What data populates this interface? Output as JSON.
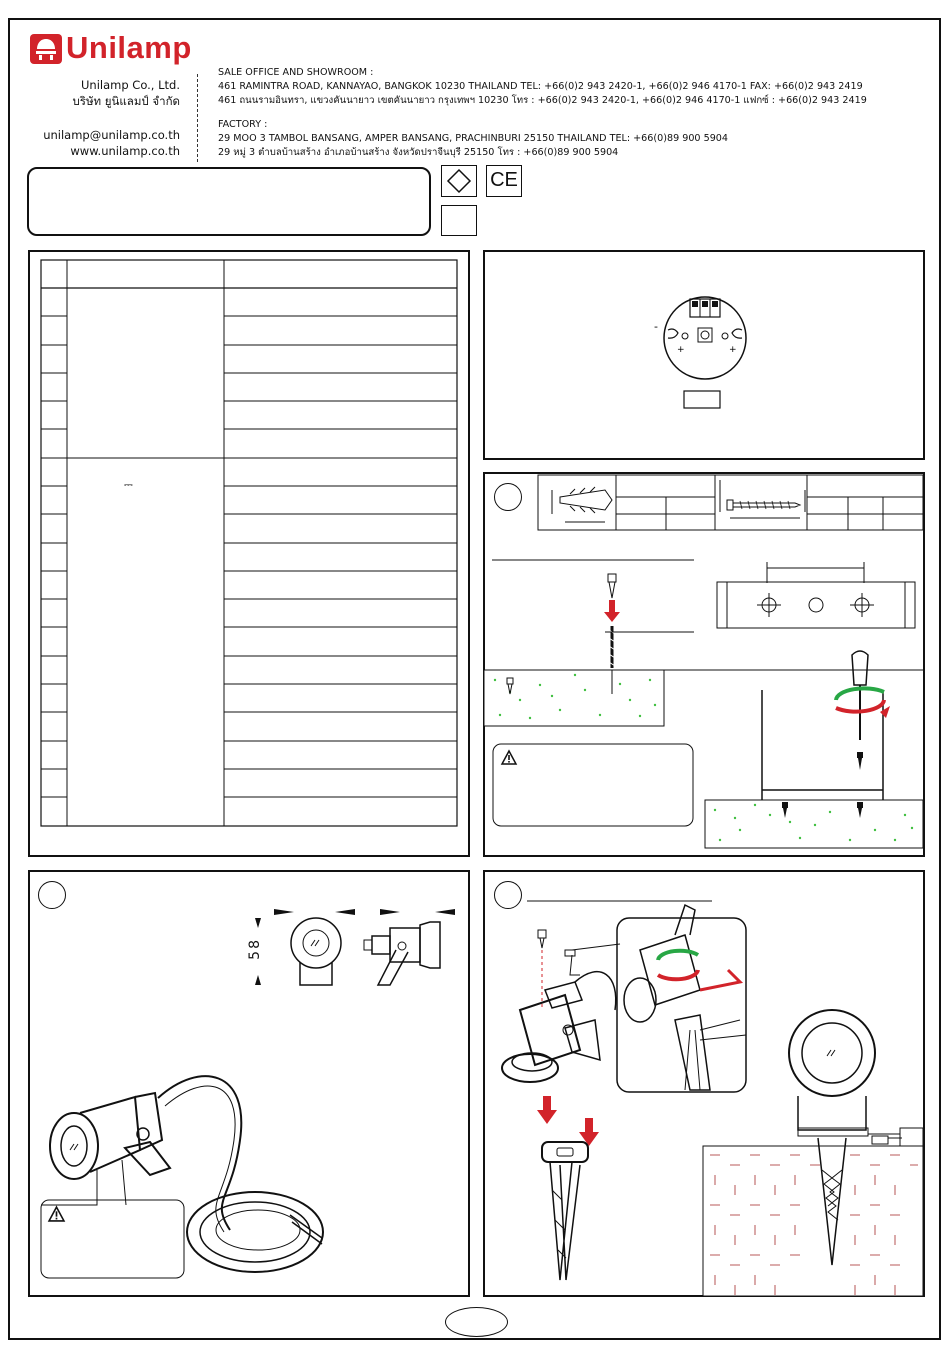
{
  "brand": {
    "name": "Unilamp",
    "color": "#d2232a"
  },
  "company": {
    "name_en": "Unilamp Co., Ltd.",
    "name_th": "บริษัท ยูนิแลมป์ จำกัด",
    "email": "unilamp@unilamp.co.th",
    "website": "www.unilamp.co.th"
  },
  "sales_office": {
    "heading": "SALE OFFICE AND SHOWROOM :",
    "line_en": "461 RAMINTRA ROAD, KANNAYAO, BANGKOK 10230 THAILAND TEL: +66(0)2 943 2420-1, +66(0)2 946 4170-1 FAX: +66(0)2 943 2419",
    "line_th": "461 ถนนรามอินทรา, แขวงคันนายาว เขตคันนายาว กรุงเทพฯ 10230 โทร : +66(0)2 943 2420-1, +66(0)2 946 4170-1 แฟกซ์ : +66(0)2 943 2419"
  },
  "factory": {
    "heading": "FACTORY :",
    "line_en": "29 MOO 3 TAMBOL BANSANG, AMPER BANSANG, PRACHINBURI 25150 THAILAND TEL: +66(0)89 900 5904",
    "line_th": "29 หมู่ 3 ตำบลบ้านสร้าง อำเภอบ้านสร้าง จังหวัดปราจีนบุรี 25150 โทร : +66(0)89 900 5904"
  },
  "certs": {
    "ce": "CE"
  },
  "spec_table": {
    "dc_symbol": "⎓"
  },
  "dimensions": {
    "height_label": "58"
  },
  "icons": [
    "warning-icon",
    "ce-mark-icon",
    "diamond-icon",
    "unilamp-logo-icon"
  ],
  "colors": {
    "accent_red": "#d2232a",
    "concrete_green": "#3fbf3f",
    "rotate_green": "#28a745",
    "brick_pink": "#c77b7b"
  }
}
